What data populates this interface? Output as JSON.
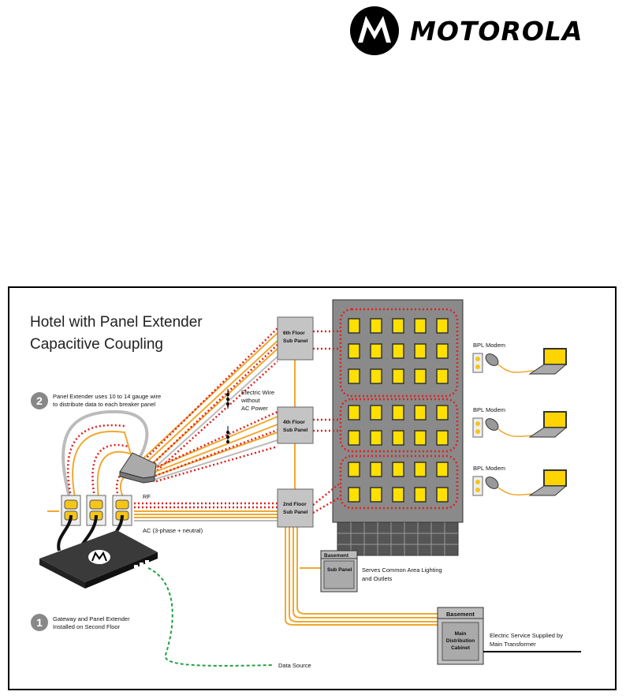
{
  "brand": {
    "name": "MOTOROLA"
  },
  "diagram": {
    "title_line1": "Hotel with Panel Extender",
    "title_line2": "Capacitive Coupling",
    "callout_2_number": "2",
    "callout_2_line1": "Panel Extender uses 10 to 14 gauge wire",
    "callout_2_line2": "to distribute data to each breaker panel",
    "callout_1_number": "1",
    "callout_1_line1": "Gateway and Panel Extender",
    "callout_1_line2": "Installed on Second Floor",
    "electric_wire_line1": "Electric Wire",
    "electric_wire_line2": "without",
    "electric_wire_line3": "AC Power",
    "rf_label": "RF",
    "ac_label": "AC (3-phase + neutral)",
    "panel_6th_line1": "6th Floor",
    "panel_6th_line2": "Sub Panel",
    "panel_4th_line1": "4th Floor",
    "panel_4th_line2": "Sub Panel",
    "panel_2nd_line1": "2nd Floor",
    "panel_2nd_line2": "Sub Panel",
    "bpl_modem_1": "BPL Modem",
    "bpl_modem_2": "BPL Modem",
    "bpl_modem_3": "BPL Modem",
    "basement_small_header": "Basement",
    "basement_small_body": "Sub Panel",
    "serves_line1": "Serves Common Area Lighting",
    "serves_line2": "and Outlets",
    "basement_main_header": "Basement",
    "main_cabinet_line1": "Main",
    "main_cabinet_line2": "Distribution",
    "main_cabinet_line3": "Cabinet",
    "electric_service_line1": "Electric Service Supplied by",
    "electric_service_line2": "Main Transformer",
    "data_source": "Data Source"
  },
  "colors": {
    "wire_orange": "#f0a830",
    "signal_red": "#e02020",
    "data_green": "#20a040",
    "window_yellow": "#ffe000",
    "building_gray": "#8a8a8a",
    "panel_gray": "#c4c4c4"
  }
}
